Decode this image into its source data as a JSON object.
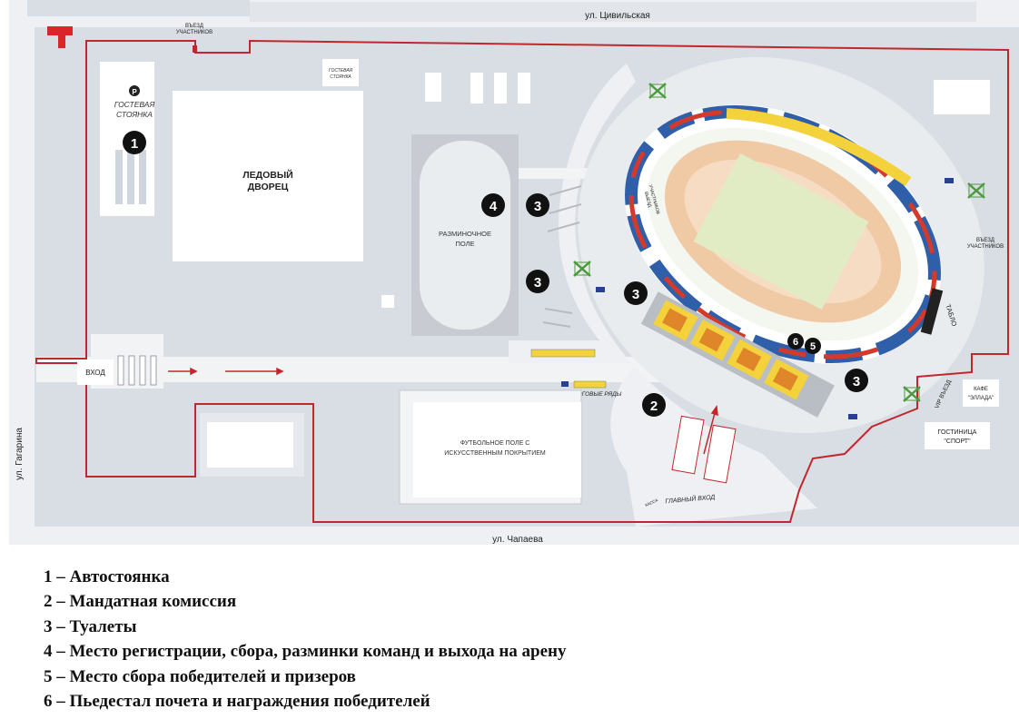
{
  "streets": {
    "top": "ул. Цивильская",
    "bottom": "ул. Чапаева",
    "left": "ул. Гагарина"
  },
  "map_labels": {
    "entry_participants_top": [
      "ВЪЕЗД",
      "УЧАСТНИКОВ"
    ],
    "guest_parking": [
      "ГОСТЕВАЯ",
      "СТОЯНКА"
    ],
    "guest_parking_sign": [
      "ГОСТЕВАЯ",
      "СТОЯНКА"
    ],
    "ice_palace": [
      "ЛЕДОВЫЙ",
      "ДВОРЕЦ"
    ],
    "warmup_field": [
      "РАЗМИНОЧНОЕ",
      "ПОЛЕ"
    ],
    "entrance": "ВХОД",
    "trade_rows": "ТОРГОВЫЕ РЯДЫ",
    "football_field": [
      "ФУТБОЛЬНОЕ ПОЛЕ С",
      "ИСКУССТВЕННЫМ ПОКРЫТИЕМ"
    ],
    "main_entrance": "ГЛАВНЫЙ ВХОД",
    "entry_participants_right": [
      "ВЪЕЗД",
      "УЧАСТНИКОВ"
    ],
    "scoreboard": "ТАБЛО",
    "vip_entry": "VIP ВЪЕЗД",
    "cafe": [
      "КАФЕ",
      "\"ЭЛЛАДА\""
    ],
    "hotel": [
      "ГОСТИНИЦА",
      "\"СПОРТ\""
    ],
    "parking_letter": "P",
    "cashier": "КАССА",
    "participants_exit": [
      "ВЫЕЗД",
      "УЧАСТНИКОВ"
    ]
  },
  "markers": [
    {
      "number": "1",
      "label": "Автостоянка"
    },
    {
      "number": "2",
      "label": "Мандатная комиссия"
    },
    {
      "number": "3",
      "label": "Туалеты"
    },
    {
      "number": "4",
      "label": "Место регистрации, сбора, разминки команд и выхода на арену"
    },
    {
      "number": "5",
      "label": "Место сбора победителей и призеров"
    },
    {
      "number": "6",
      "label": "Пьедестал почета и награждения победителей"
    }
  ],
  "legend": [
    "1 – Автостоянка",
    "2 – Мандатная комиссия",
    "3 – Туалеты",
    "4 – Место регистрации, сбора, разминки команд и выхода на арену",
    "5 – Место сбора победителей и призеров",
    "6 – Пьедестал почета и награждения победителей"
  ],
  "colors": {
    "ground": "#d9dee4",
    "paths": "#f2f3f5",
    "buildings": "#ffffff",
    "boundary": "#c0272d",
    "field_green": "#e2ecc4",
    "track": "#f0c9a5",
    "stand_blue": "#2f5fa8",
    "stand_red": "#d33a2c",
    "stand_yellow": "#f3d23c",
    "marker": "#111111",
    "trees": "#5aa84a"
  }
}
